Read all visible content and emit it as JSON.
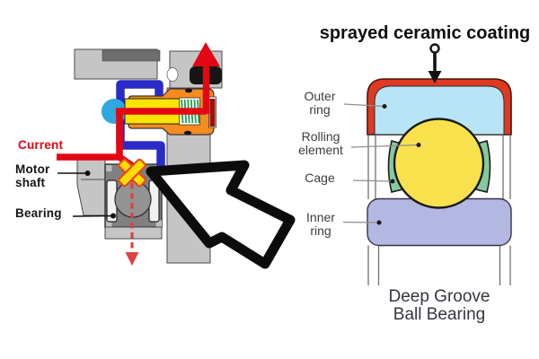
{
  "figure": {
    "left_diagram": {
      "type": "motor shaft bearing current cross-section",
      "labels": {
        "current": "Current",
        "motor_shaft": [
          "Motor",
          "shaft"
        ],
        "bearing": "Bearing"
      },
      "colors": {
        "current_red": "#E30613",
        "wire_blue": "#2B2BC7",
        "brush_holder_orange": "#F68B1F",
        "brush_yellow": "#FFE500",
        "spring_green": "#1E9E50",
        "contact_cyan": "#2FA8E1",
        "fault_cross_yellow": "#FFDD00",
        "fault_cross_outline": "#E8491C",
        "dashed_arrow_red": "#DC4343",
        "housing_gray": "#808080",
        "frame_gray": "#C5C5C5"
      }
    },
    "right_diagram": {
      "title": "sprayed ceramic coating",
      "labels": {
        "outer_ring": [
          "Outer",
          "ring"
        ],
        "rolling_element": [
          "Rolling",
          "element"
        ],
        "cage": "Cage",
        "inner_ring": [
          "Inner",
          "ring"
        ]
      },
      "caption": [
        "Deep Groove",
        "Ball Bearing"
      ],
      "colors": {
        "coating_red": "#DF3A21",
        "outer_ring_cyan": "#B7E5F5",
        "ball_yellow": "#F9E14E",
        "cage_green": "#85CA9F",
        "inner_ring_lavender": "#B3B7E1"
      }
    }
  }
}
